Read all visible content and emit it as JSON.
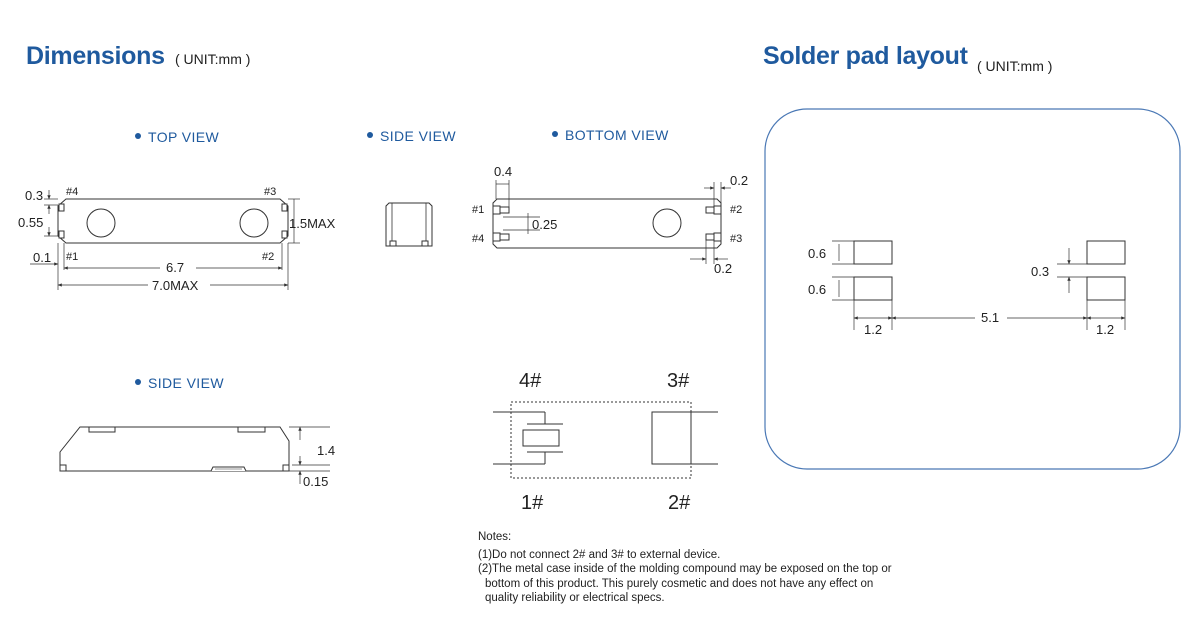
{
  "header": {
    "dimensions_title": "Dimensions",
    "dimensions_unit": "( UNIT:mm )",
    "solder_title": "Solder pad layout",
    "solder_unit": "( UNIT:mm )"
  },
  "views": {
    "top": "TOP VIEW",
    "side": "SIDE VIEW",
    "bottom": "BOTTOM VIEW",
    "side2": "SIDE VIEW"
  },
  "top_view": {
    "dim_03": "0.3",
    "dim_055": "0.55",
    "dim_01": "0.1",
    "dim_67": "6.7",
    "dim_70": "7.0MAX",
    "dim_15": "1.5MAX",
    "pin1": "#1",
    "pin2": "#2",
    "pin3": "#3",
    "pin4": "#4"
  },
  "bottom_view": {
    "dim_04": "0.4",
    "dim_025": "0.25",
    "dim_02a": "0.2",
    "dim_02b": "0.2",
    "pin1": "#1",
    "pin2": "#2",
    "pin3": "#3",
    "pin4": "#4"
  },
  "side_view2": {
    "dim_14": "1.4",
    "dim_015": "0.15"
  },
  "schematic": {
    "p4": "4#",
    "p3": "3#",
    "p1": "1#",
    "p2": "2#"
  },
  "solder": {
    "dim_06a": "0.6",
    "dim_06b": "0.6",
    "dim_12a": "1.2",
    "dim_51": "5.1",
    "dim_03": "0.3",
    "dim_12b": "1.2"
  },
  "notes": {
    "heading": "Notes:",
    "line1": "(1)Do not connect 2# and 3# to external device.",
    "line2a": "(2)The metal case inside of the molding compound may be exposed on the top or",
    "line2b": "bottom of this product. This purely cosmetic and does not have any effect on",
    "line2c": "quality reliability or electrical specs."
  },
  "colors": {
    "accent": "#1f5a9e",
    "frame": "#4a78b5",
    "line": "#333333"
  }
}
